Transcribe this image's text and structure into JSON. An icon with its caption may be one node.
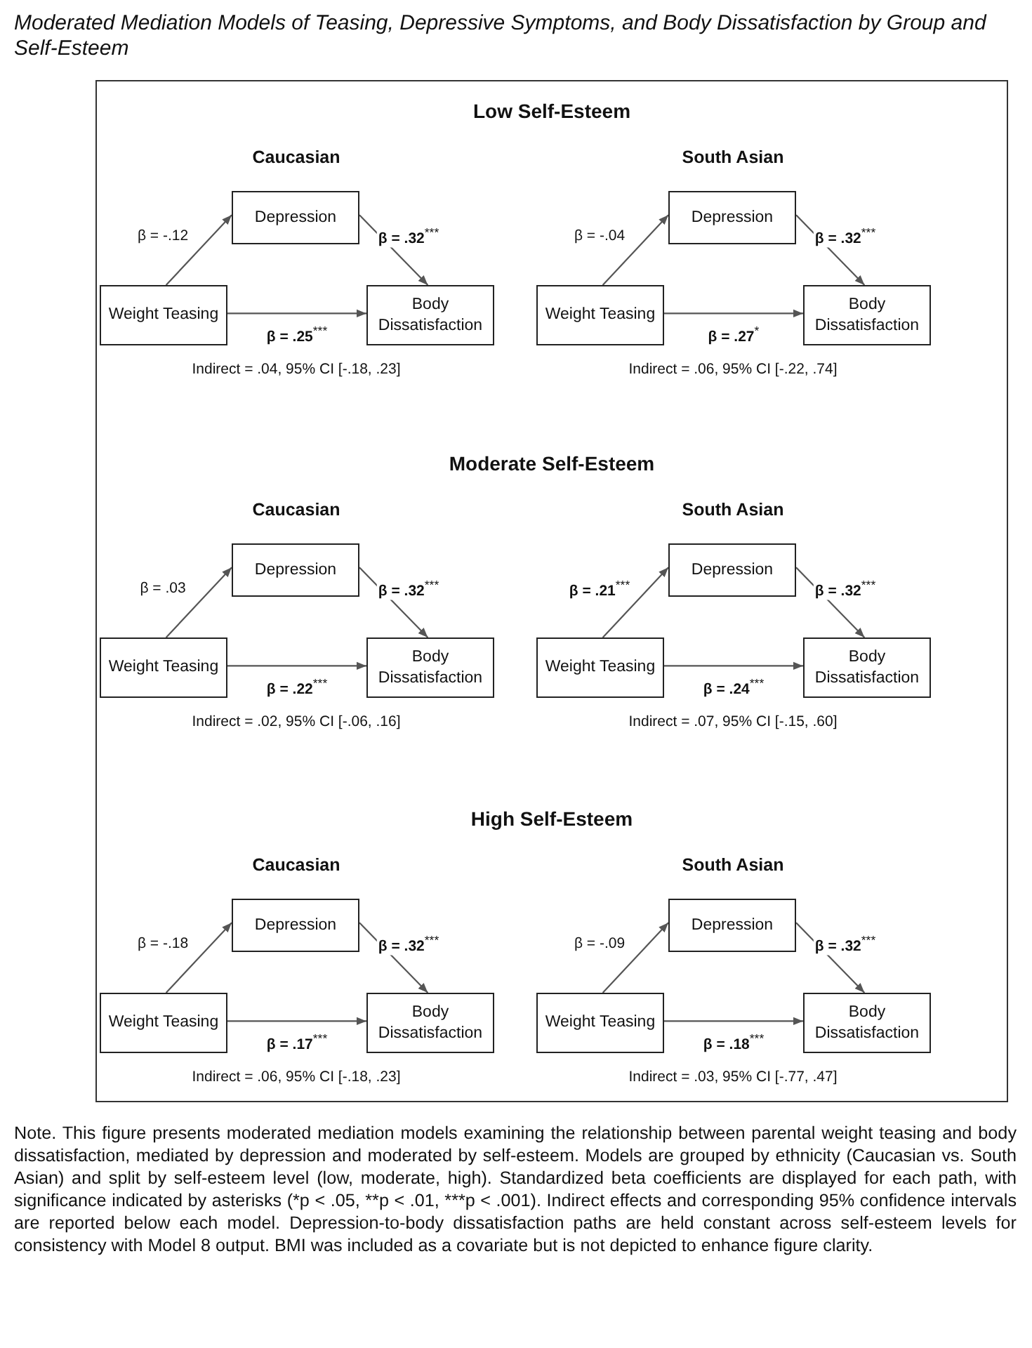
{
  "diagram": {
    "title": "Moderated Mediation Models of Teasing, Depressive Symptoms, and Body Dissatisfaction by Group and Self-Esteem",
    "caption": "Note. This figure presents moderated mediation models examining the relationship between parental weight teasing and body dissatisfaction, mediated by depression and moderated by self-esteem. Models are grouped by ethnicity (Caucasian vs. South Asian) and split by self-esteem level (low, moderate, high). Standardized beta coefficients are displayed for each path, with significance indicated by asterisks (*p < .05, **p < .01, ***p < .001). Indirect effects and corresponding 95% confidence intervals are reported below each model. Depression-to-body dissatisfaction paths are held constant across self-esteem levels for consistency with Model 8 output. BMI was included as a covariate but is not depicted to enhance figure clarity.",
    "nodes": [
      {
        "text": [
          "Depression"
        ]
      },
      {
        "text": [
          "Weight Teasing"
        ]
      },
      {
        "text": [
          "Body Dissatisfaction"
        ]
      },
      {
        "text": [
          "Depression"
        ]
      },
      {
        "text": [
          "Weight Teasing"
        ]
      },
      {
        "text": [
          "Body Dissatisfaction"
        ]
      },
      {
        "text": [
          "Depression"
        ]
      },
      {
        "text": [
          "Weight Teasing"
        ]
      },
      {
        "text": [
          "Body Dissatisfaction"
        ]
      },
      {
        "text": [
          "Depression"
        ]
      },
      {
        "text": [
          "Weight Teasing"
        ]
      },
      {
        "text": [
          "Body Dissatisfaction"
        ]
      },
      {
        "text": [
          "Depression"
        ]
      },
      {
        "text": [
          "Weight Teasing"
        ]
      },
      {
        "text": [
          "Body Dissatisfaction"
        ]
      },
      {
        "text": [
          "Depression"
        ]
      },
      {
        "text": [
          "Weight Teasing"
        ]
      },
      {
        "text": [
          "Body Dissatisfaction"
        ]
      }
    ],
    "edges": [
      {
        "from": 1,
        "to": 0,
        "arrow": "to",
        "label": "β = -.12"
      },
      {
        "from": 0,
        "to": 2,
        "arrow": "to",
        "label": "**β = .32**$^{***}$"
      },
      {
        "from": 1,
        "to": 2,
        "arrow": "to",
        "label": "**β = .25**$^{***}$"
      },
      {
        "from": 4,
        "to": 3,
        "arrow": "to",
        "label": "β = -.04"
      },
      {
        "from": 3,
        "to": 5,
        "arrow": "to",
        "label": "**β = .32**$^{***}$"
      },
      {
        "from": 4,
        "to": 5,
        "arrow": "to",
        "label": "**β = .27**$^{*}$"
      },
      {
        "from": 7,
        "to": 6,
        "arrow": "to",
        "label": "β = .03"
      },
      {
        "from": 6,
        "to": 8,
        "arrow": "to",
        "label": "**β = .32**$^{***}$"
      },
      {
        "from": 7,
        "to": 8,
        "arrow": "to",
        "label": "**β = .22**$^{***}$"
      },
      {
        "from": 10,
        "to": 9,
        "arrow": "to",
        "label": "**β = .21**$^{***}$"
      },
      {
        "from": 9,
        "to": 11,
        "arrow": "to",
        "label": "**β = .32**$^{***}$"
      },
      {
        "from": 10,
        "to": 11,
        "arrow": "to",
        "label": "**β = .24**$^{***}$"
      },
      {
        "from": 13,
        "to": 12,
        "arrow": "to",
        "label": "β = -.18"
      },
      {
        "from": 12,
        "to": 14,
        "arrow": "to",
        "label": "**β = .32**$^{***}$"
      },
      {
        "from": 13,
        "to": 14,
        "arrow": "to",
        "label": "**β = .17**$^{***}$"
      },
      {
        "from": 16,
        "to": 15,
        "arrow": "to",
        "label": "β = -.09"
      },
      {
        "from": 15,
        "to": 17,
        "arrow": "to",
        "label": "**β = .32**$^{***}$"
      },
      {
        "from": 16,
        "to": 17,
        "arrow": "to",
        "label": "**β = .18**$^{***}$"
      }
    ],
    "labels": [
      "Low Self-Esteem",
      "Caucasian",
      "South Asian",
      "Indirect = .04, 95% CI [-.18, .23]",
      "Indirect = .06, 95% CI [-.22, .74]",
      "Moderate Self-Esteem",
      "Caucasian",
      "South Asian",
      "Indirect = .02, 95% CI [-.06, .16]",
      "Indirect = .07, 95% CI [-.15, .60]",
      "High Self-Esteem",
      "Caucasian",
      "South Asian",
      "Indirect = .06, 95% CI [-.18, .23]",
      "Indirect = .03, 95% CI [-.77, .47]"
    ]
  }
}
